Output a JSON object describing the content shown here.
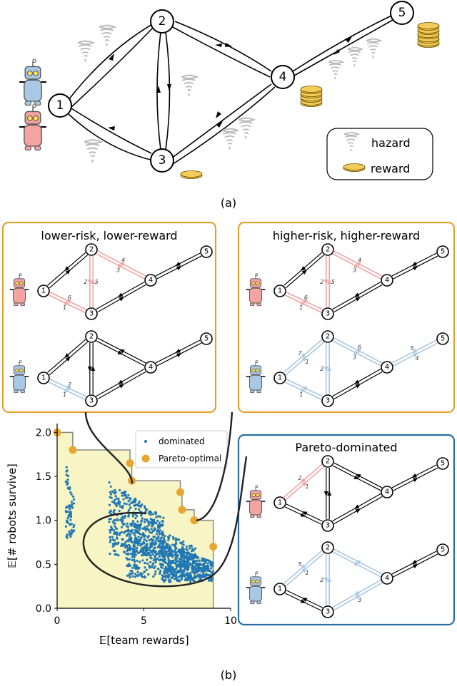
{
  "part_a": {
    "caption": "(a)",
    "nodes": [
      "1",
      "2",
      "3",
      "4",
      "5"
    ],
    "legend": {
      "hazard": "hazard",
      "reward": "reward"
    },
    "coin_symbol": "$"
  },
  "part_b": {
    "caption": "(b)",
    "panels": {
      "low": {
        "title": "lower-risk, lower-reward"
      },
      "high": {
        "title": "higher-risk, higher-reward"
      },
      "dominated": {
        "title": "Pareto-dominated"
      }
    },
    "edge_labels": {
      "low_red": [
        "3",
        "4",
        "2",
        "5",
        "1",
        "6"
      ],
      "low_blue": [
        "1",
        "2"
      ],
      "high_red": [
        "3",
        "4",
        "2",
        "5",
        "1",
        "6"
      ],
      "high_blue": [
        "1",
        "7",
        "2",
        "6",
        "3",
        "1",
        "4",
        "5"
      ],
      "dom_red": [
        "1",
        "2"
      ],
      "dom_blue": [
        "1",
        "5",
        "2",
        "3"
      ]
    }
  },
  "colors": {
    "red_path": "#f2a3a3",
    "blue_path": "#a9c7e2",
    "panel_orange": "#e4a22f",
    "panel_blue": "#2a6ea5",
    "dominated_point": "#1f77b4",
    "pareto_point": "#e8a530",
    "front_fill": "#f7f5c4",
    "robot_red": "#f4a3a3",
    "robot_blue": "#a9c8e6"
  },
  "chart_data": {
    "type": "scatter",
    "xlabel": "𝔼[team rewards]",
    "ylabel": "𝔼[# robots survive]",
    "xlim": [
      0,
      10
    ],
    "ylim": [
      0,
      2.1
    ],
    "xticks": [
      "0",
      "5",
      "10"
    ],
    "yticks": [
      "0.0",
      "0.5",
      "1.0",
      "1.5",
      "2.0"
    ],
    "legend_position": "top-right",
    "series": [
      {
        "name": "dominated",
        "marker": "small-dot",
        "color": "#1f77b4",
        "regions": [
          {
            "x": [
              0.5,
              1.0
            ],
            "y": [
              0.8,
              1.65
            ]
          },
          {
            "x": [
              3.0,
              6.2
            ],
            "y": [
              0.6,
              1.45
            ]
          },
          {
            "x": [
              4.0,
              8.0
            ],
            "y": [
              0.35,
              1.05
            ]
          },
          {
            "x": [
              6.0,
              9.0
            ],
            "y": [
              0.3,
              0.75
            ]
          }
        ]
      },
      {
        "name": "Pareto-optimal",
        "marker": "large-dot",
        "color": "#e8a530",
        "points": [
          {
            "x": 0.0,
            "y": 2.0
          },
          {
            "x": 0.9,
            "y": 1.8
          },
          {
            "x": 4.2,
            "y": 1.65
          },
          {
            "x": 4.3,
            "y": 1.45
          },
          {
            "x": 7.1,
            "y": 1.32
          },
          {
            "x": 7.2,
            "y": 1.12
          },
          {
            "x": 7.9,
            "y": 1.0
          },
          {
            "x": 9.0,
            "y": 0.7
          }
        ]
      }
    ]
  }
}
